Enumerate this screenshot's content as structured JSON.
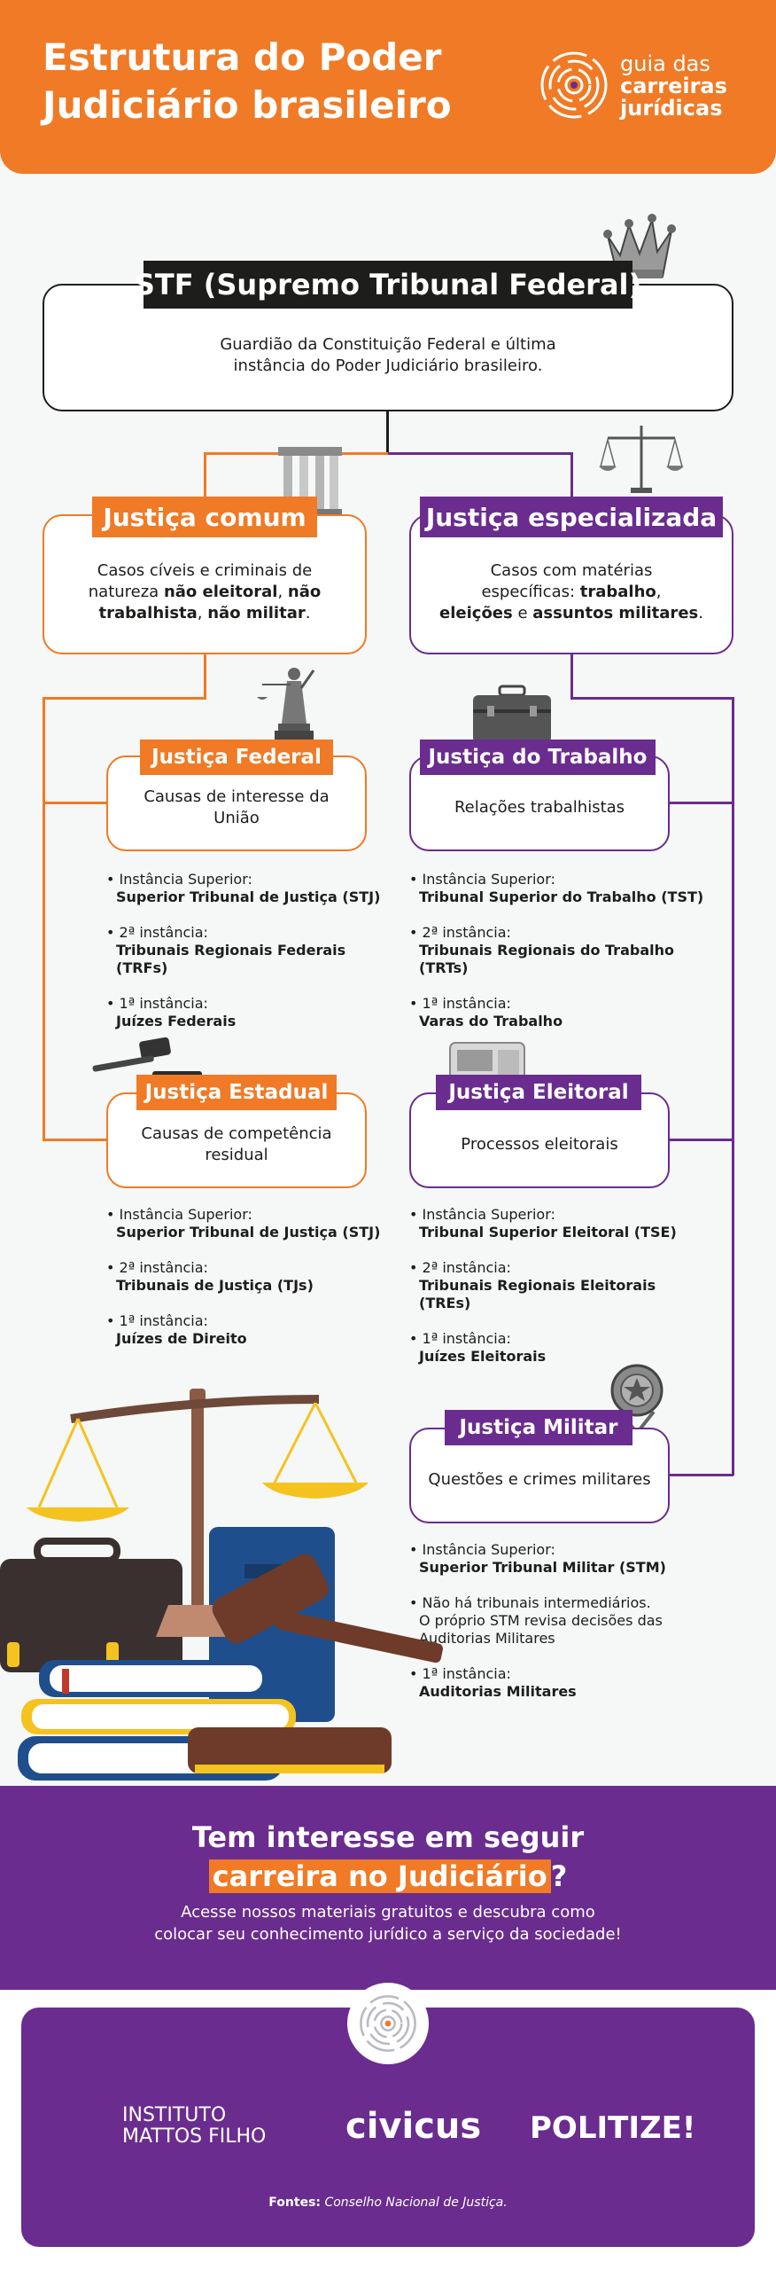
{
  "header": {
    "title_line1": "Estrutura do Poder",
    "title_line2": "Judiciário brasileiro",
    "brand_line1": "guia das",
    "brand_line2": "carreiras",
    "brand_line3": "jurídicas"
  },
  "stf": {
    "tag": "STF (Supremo Tribunal Federal)",
    "desc_line1": "Guardião da Constituição Federal e última",
    "desc_line2": "instância do Poder Judiciário brasileiro."
  },
  "comum": {
    "tag": "Justiça comum",
    "desc_a": "Casos cíveis e criminais de",
    "desc_b": "natureza ",
    "desc_c": "não eleitoral",
    "desc_d": ", ",
    "desc_e": "não",
    "desc_f": "trabalhista",
    "desc_g": ", ",
    "desc_h": "não militar",
    "desc_i": "."
  },
  "especializada": {
    "tag": "Justiça especializada",
    "desc_a": "Casos com matérias",
    "desc_b": "específicas: ",
    "desc_c": "trabalho",
    "desc_d": ",",
    "desc_e": "eleições",
    "desc_f": " e ",
    "desc_g": "assuntos militares",
    "desc_h": "."
  },
  "federal": {
    "tag": "Justiça Federal",
    "desc": "Causas de interesse da União",
    "items": [
      {
        "label": "Instância Superior:",
        "value": "Superior Tribunal de Justiça (STJ)"
      },
      {
        "label": "2ª instância:",
        "value": "Tribunais Regionais Federais (TRFs)"
      },
      {
        "label": "1ª instância:",
        "value": "Juízes Federais"
      }
    ]
  },
  "trabalho": {
    "tag": "Justiça do Trabalho",
    "desc": "Relações trabalhistas",
    "items": [
      {
        "label": "Instância Superior:",
        "value": "Tribunal Superior do Trabalho (TST)"
      },
      {
        "label": "2ª instância:",
        "value": "Tribunais Regionais do Trabalho (TRTs)"
      },
      {
        "label": "1ª instância:",
        "value": "Varas do Trabalho"
      }
    ]
  },
  "estadual": {
    "tag": "Justiça Estadual",
    "desc": "Causas de competência residual",
    "items": [
      {
        "label": "Instância Superior:",
        "value": "Superior Tribunal de Justiça (STJ)"
      },
      {
        "label": "2ª instância:",
        "value": "Tribunais de Justiça (TJs)"
      },
      {
        "label": "1ª instância:",
        "value": "Juízes de Direito"
      }
    ]
  },
  "eleitoral": {
    "tag": "Justiça Eleitoral",
    "desc": "Processos eleitorais",
    "items": [
      {
        "label": "Instância Superior:",
        "value": "Tribunal Superior Eleitoral (TSE)"
      },
      {
        "label": "2ª instância:",
        "value": "Tribunais Regionais Eleitorais (TREs)"
      },
      {
        "label": "1ª instância:",
        "value": "Juízes Eleitorais"
      }
    ]
  },
  "militar": {
    "tag": "Justiça Militar",
    "desc": "Questões e crimes militares",
    "item1_label": "Instância Superior:",
    "item1_value": "Superior Tribunal Militar (STM)",
    "item2_l1": "Não há tribunais intermediários.",
    "item2_l2": "O próprio STM revisa decisões das",
    "item2_l3": "Auditorias Militares",
    "item3_label": "1ª instância:",
    "item3_value": "Auditorias Militares"
  },
  "cta": {
    "title_line1": "Tem interesse em seguir",
    "title_highlight": "carreira no Judiciário",
    "title_end": "?",
    "text_line1": "Acesse nossos materiais gratuitos e descubra como",
    "text_line2": "colocar seu conhecimento jurídico a serviço da sociedade!"
  },
  "footer": {
    "partner1_l1": "INSTITUTO",
    "partner1_l2": "MATTOS FILHO",
    "partner2": "civicus",
    "partner3": "POLITIZE!",
    "sources_label": "Fontes:",
    "sources_value": "Conselho Nacional de Justiça."
  },
  "colors": {
    "orange": "#f07a25",
    "purple": "#6a2c8e",
    "black": "#1d1d1b"
  }
}
